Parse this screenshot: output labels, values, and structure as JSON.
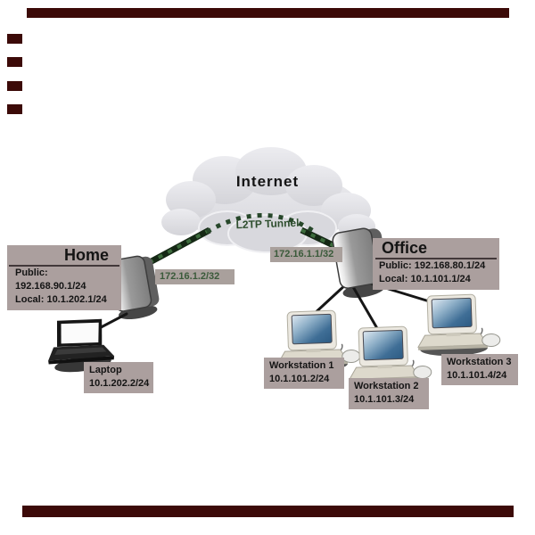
{
  "diagram": {
    "internet_label": "Internet",
    "tunnel_label": "L2TP Tunnel",
    "home": {
      "title": "Home",
      "public_ip": "Public: 192.168.90.1/24",
      "local_ip": "Local: 10.1.202.1/24",
      "tunnel_ip": "172.16.1.2/32"
    },
    "office": {
      "title": "Office",
      "public_ip": "Public: 192.168.80.1/24",
      "local_ip": "Local: 10.1.101.1/24",
      "tunnel_ip": "172.16.1.1/32"
    },
    "laptop": {
      "name": "Laptop",
      "ip": "10.1.202.2/24"
    },
    "workstations": [
      {
        "name": "Workstation 1",
        "ip": "10.1.101.2/24"
      },
      {
        "name": "Workstation 2",
        "ip": "10.1.101.3/24"
      },
      {
        "name": "Workstation 3",
        "ip": "10.1.101.4/24"
      }
    ],
    "colors": {
      "label_box_bg": "#ab9f9e",
      "tunnel_green_text": "#3a5a3a",
      "tunnel_dash_green": "#3c6b3c",
      "link_dark": "#152815",
      "cloud_fill": "#e1e1e5",
      "redaction_maroon": "#3c0a08",
      "background": "#ffffff"
    }
  }
}
